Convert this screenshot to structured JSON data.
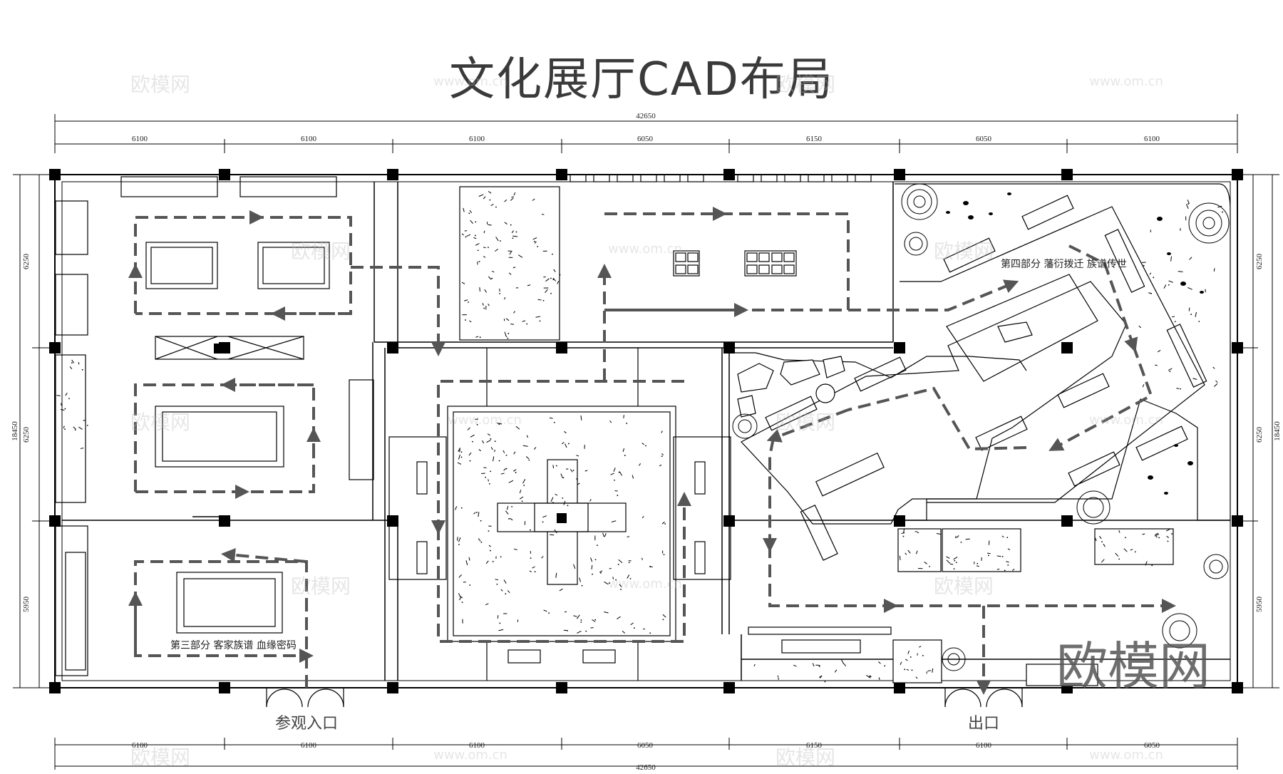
{
  "title": "文化展厅CAD布局",
  "dimensions": {
    "top_total": "42650",
    "top_segments": [
      "6100",
      "6100",
      "6100",
      "6050",
      "6150",
      "6050",
      "6100"
    ],
    "bottom_segments": [
      "6100",
      "6100",
      "6100",
      "6050",
      "6150",
      "6100",
      "6050"
    ],
    "bottom_total": "42650",
    "left_segments": [
      "6250",
      "6250",
      "5950"
    ],
    "left_total": "18450",
    "right_segments": [
      "6250",
      "6250",
      "5950"
    ],
    "right_total": "18450"
  },
  "labels": {
    "section3": "第三部分  客家族谱  血缘密码",
    "section4": "第四部分  藩衍拨迁  族谱传世",
    "entrance": "参观入口",
    "exit": "出口"
  },
  "watermark": {
    "brand": "欧模网",
    "url": "www.om.cn"
  },
  "colors": {
    "wall": "#000000",
    "path": "#555555",
    "text": "#222222"
  }
}
